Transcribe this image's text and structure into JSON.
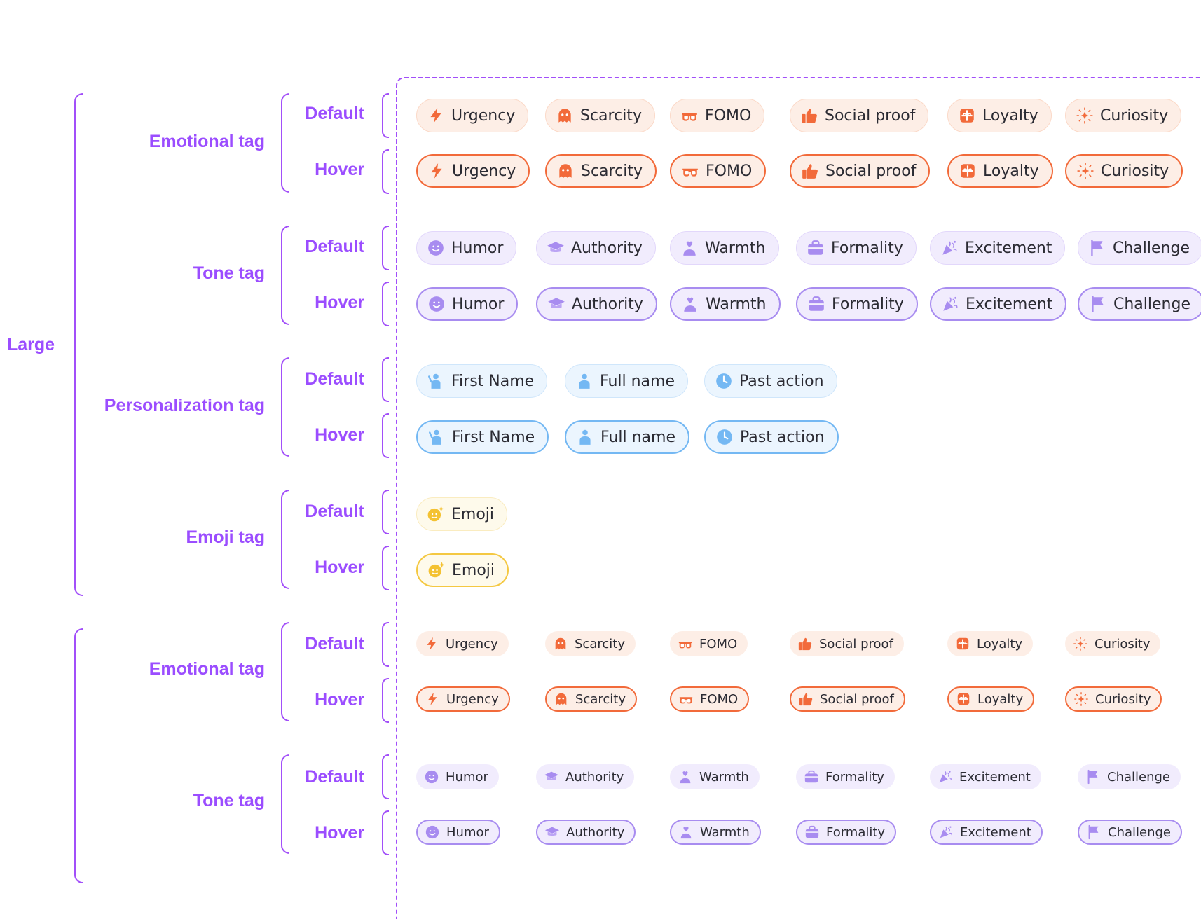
{
  "sizes": {
    "large": "Large"
  },
  "groups": {
    "emotional": "Emotional tag",
    "tone": "Tone tag",
    "personalization": "Personalization tag",
    "emoji": "Emoji tag"
  },
  "states": {
    "default": "Default",
    "hover": "Hover"
  },
  "emotional_tags": [
    {
      "label": "Urgency",
      "icon": "lightning-icon"
    },
    {
      "label": "Scarcity",
      "icon": "ghost-icon"
    },
    {
      "label": "FOMO",
      "icon": "glasses-icon"
    },
    {
      "label": "Social proof",
      "icon": "thumbs-up-icon"
    },
    {
      "label": "Loyalty",
      "icon": "gift-icon"
    },
    {
      "label": "Curiosity",
      "icon": "sparkle-star-icon"
    }
  ],
  "tone_tags": [
    {
      "label": "Humor",
      "icon": "smiley-icon"
    },
    {
      "label": "Authority",
      "icon": "graduation-cap-icon"
    },
    {
      "label": "Warmth",
      "icon": "person-heart-icon"
    },
    {
      "label": "Formality",
      "icon": "briefcase-icon"
    },
    {
      "label": "Excitement",
      "icon": "party-popper-icon"
    },
    {
      "label": "Challenge",
      "icon": "flag-icon"
    }
  ],
  "personalization_tags": [
    {
      "label": "First Name",
      "icon": "person-waving-icon"
    },
    {
      "label": "Full name",
      "icon": "person-icon"
    },
    {
      "label": "Past action",
      "icon": "clock-icon"
    }
  ],
  "emoji_tags": [
    {
      "label": "Emoji",
      "icon": "emoji-sparkle-icon"
    }
  ],
  "colors": {
    "accent": "#9b4dff",
    "emotional_icon": "#f26a3a",
    "tone_icon": "#a88cf0",
    "personal_icon": "#74b8f3",
    "emoji_icon": "#f4c232"
  }
}
